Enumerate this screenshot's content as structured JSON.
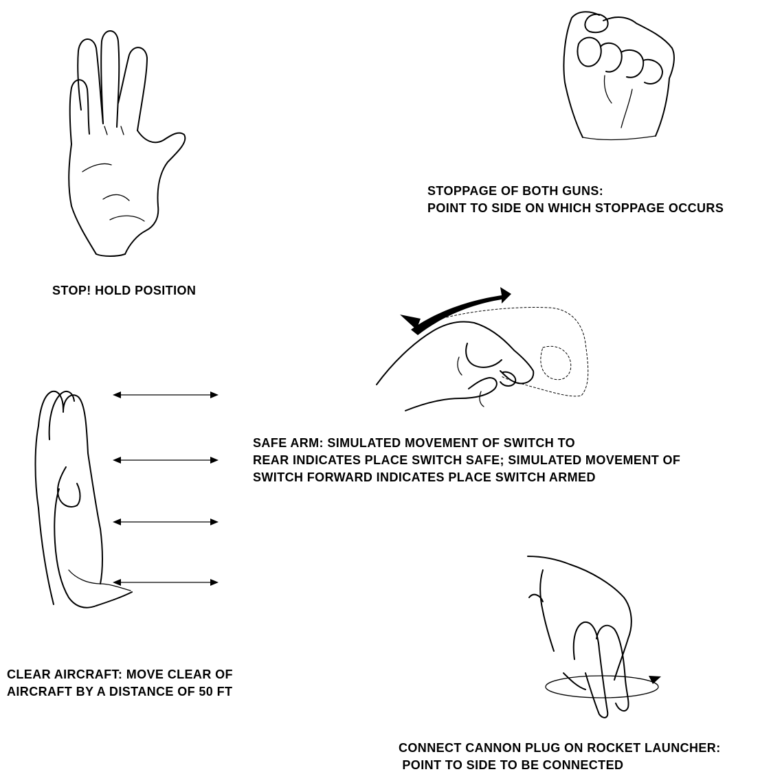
{
  "signals": [
    {
      "id": "stop",
      "icon": "open-palm-hand-icon",
      "lines": [
        "STOP!  HOLD POSITION"
      ]
    },
    {
      "id": "stoppage",
      "icon": "clenched-fist-hand-icon",
      "lines": [
        "STOPPAGE OF BOTH GUNS:",
        "POINT TO SIDE ON WHICH STOPPAGE OCCURS"
      ]
    },
    {
      "id": "safe-arm",
      "icon": "switch-flip-hand-icon",
      "lines": [
        "SAFE ARM: SIMULATED MOVEMENT OF SWITCH TO",
        "REAR  INDICATES PLACE SWITCH SAFE; SIMULATED MOVEMENT OF",
        "SWITCH FORWARD INDICATES PLACE SWITCH ARMED"
      ]
    },
    {
      "id": "clear",
      "icon": "side-palm-hand-icon",
      "lines": [
        "CLEAR AIRCRAFT: MOVE CLEAR OF",
        "AIRCRAFT BY A DISTANCE OF 50 FT"
      ]
    },
    {
      "id": "connect",
      "icon": "twisting-fingers-hand-icon",
      "lines": [
        "CONNECT CANNON PLUG ON ROCKET LAUNCHER:",
        " POINT TO SIDE TO BE CONNECTED"
      ]
    }
  ]
}
